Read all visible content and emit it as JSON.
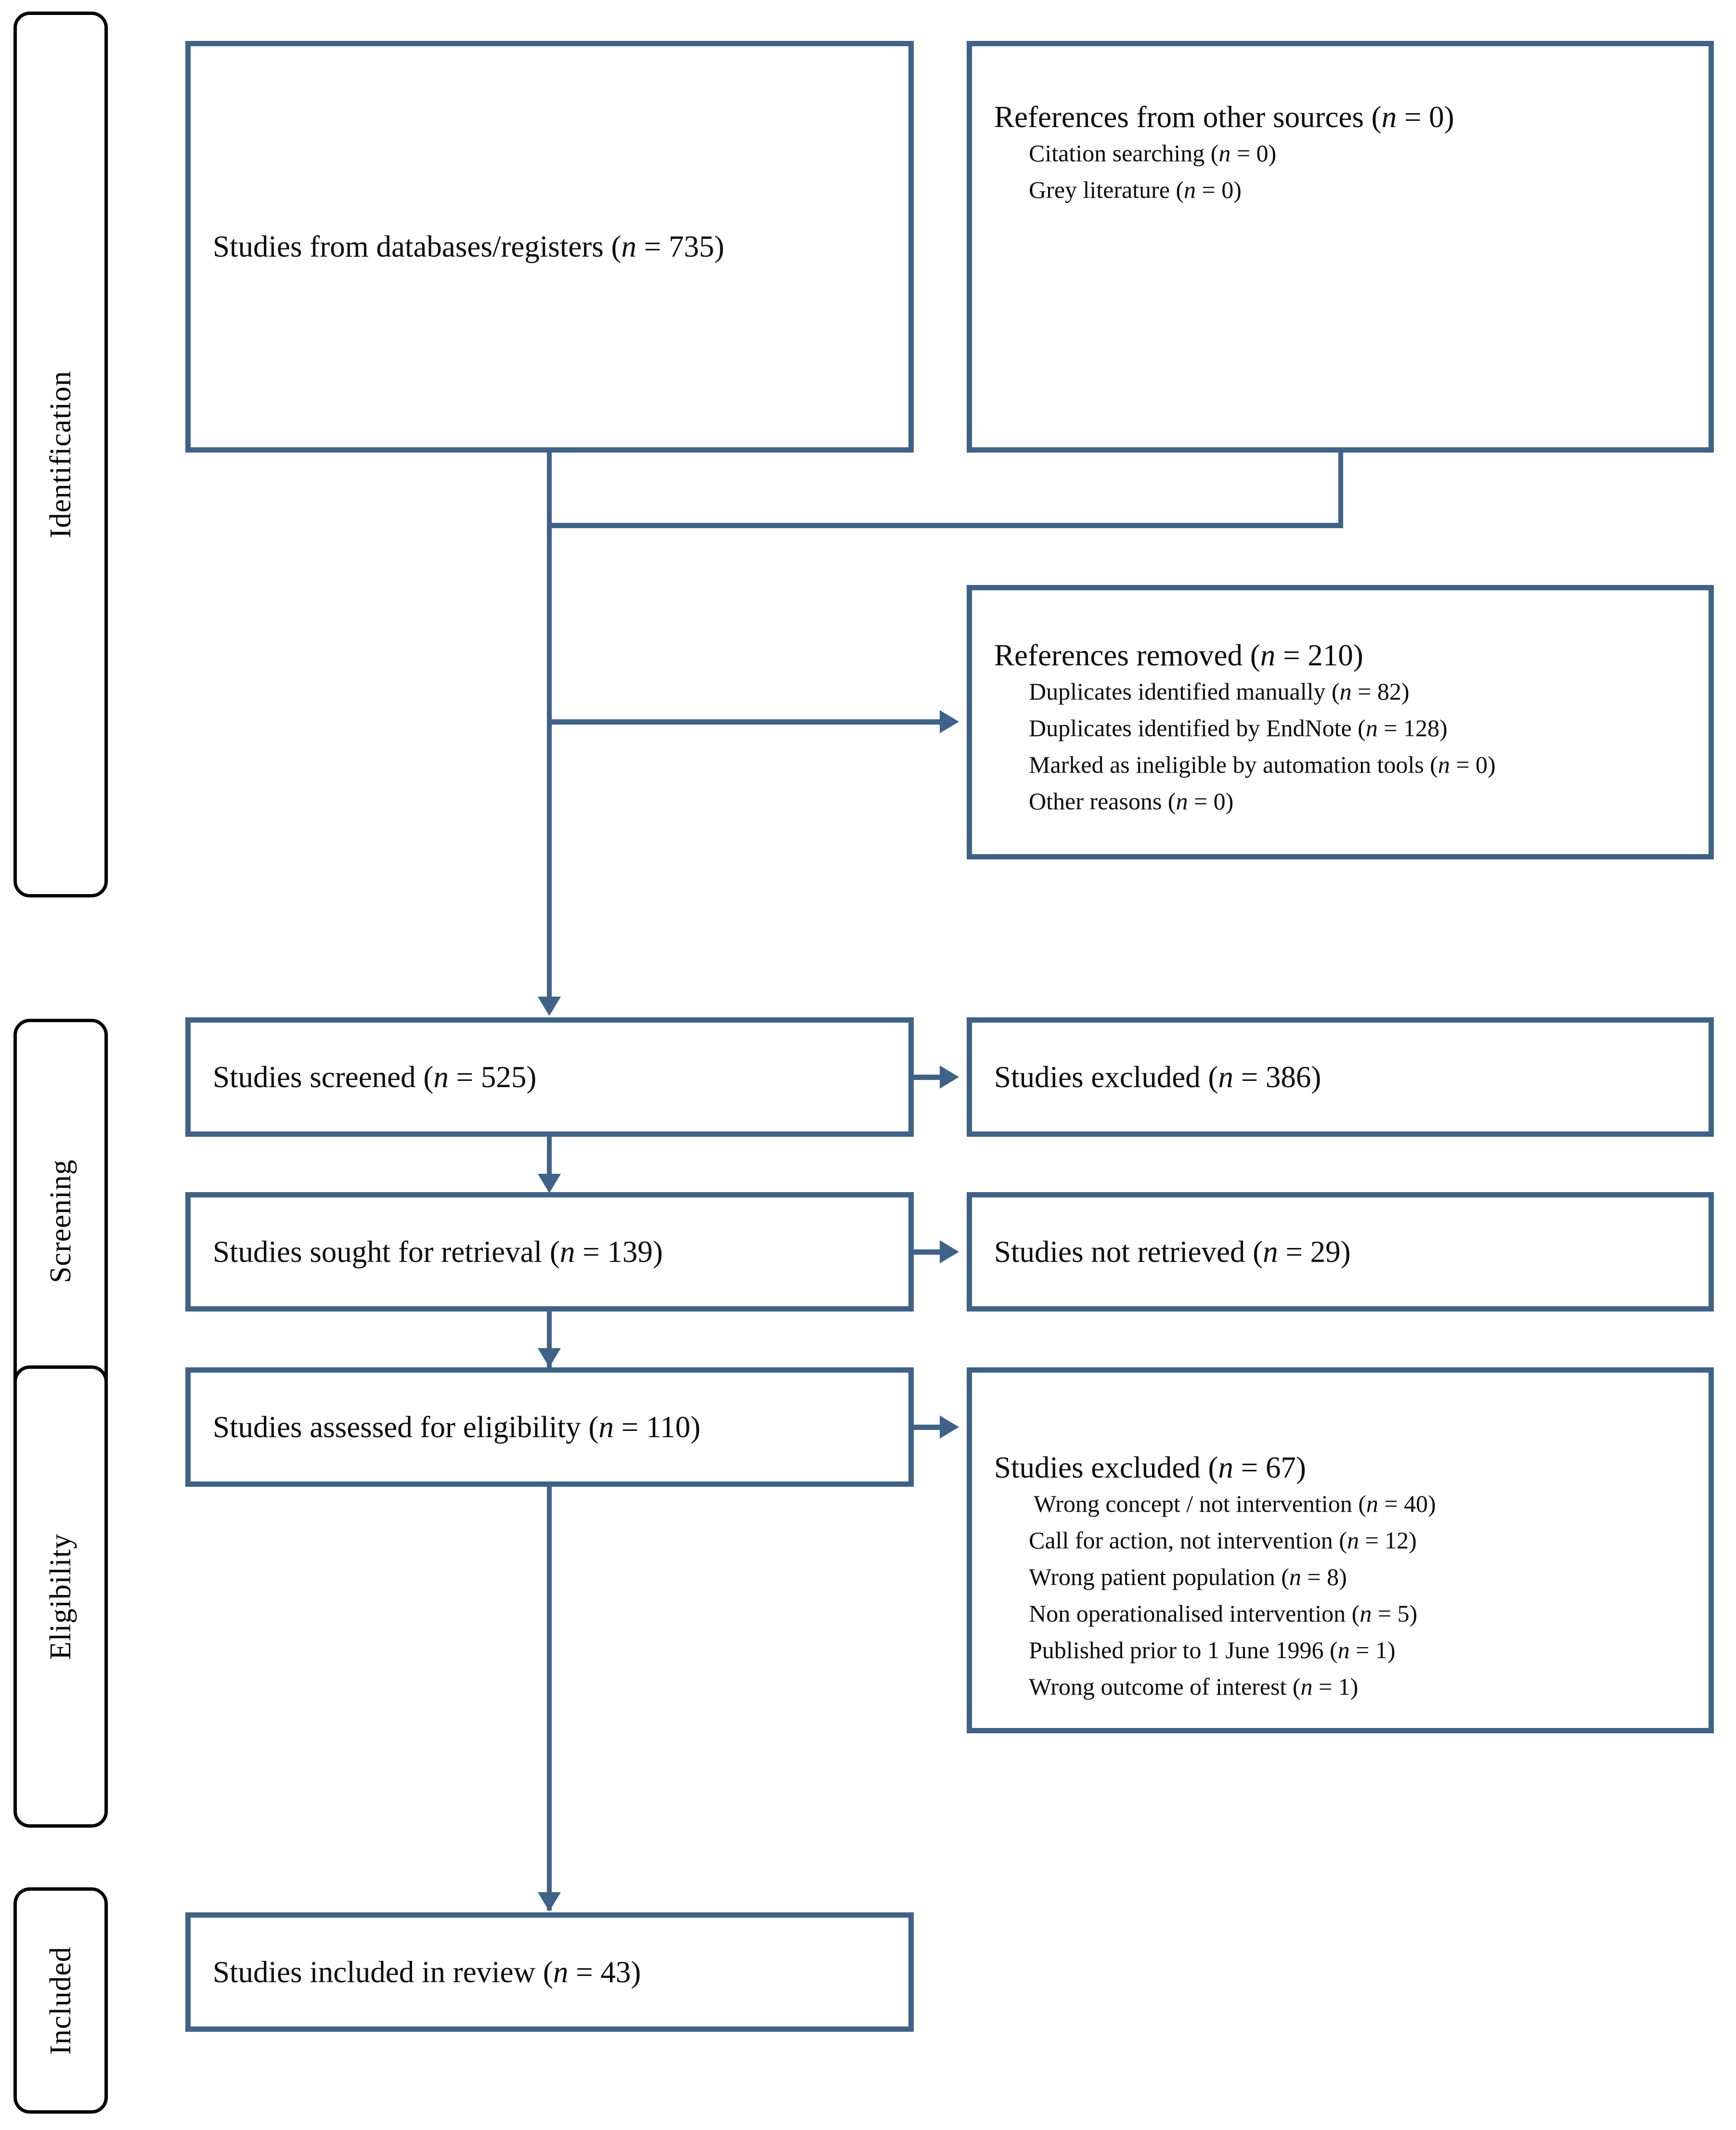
{
  "diagram": {
    "type": "prisma-flow-diagram",
    "accent_color": "#3F6288",
    "rail_color": "#000000",
    "text_color": "#0D0D0D"
  },
  "stages": [
    {
      "id": "identification",
      "label": "Identification"
    },
    {
      "id": "screening",
      "label": "Screening"
    },
    {
      "id": "eligibility",
      "label": "Eligibility"
    },
    {
      "id": "included",
      "label": "Included"
    }
  ],
  "boxes": {
    "databases": {
      "title": "Studies from databases/registers (n = 735)",
      "count": 735
    },
    "other_sources": {
      "title": "References from other sources (n = 0)",
      "count": 0,
      "items": [
        {
          "label": "Citation searching (n = 0)",
          "count": 0
        },
        {
          "label": "Grey literature (n = 0)",
          "count": 0
        }
      ]
    },
    "references_removed": {
      "title": "References removed (n = 210)",
      "count": 210,
      "items": [
        {
          "label": "Duplicates identified manually (n = 82)",
          "count": 82
        },
        {
          "label": "Duplicates identified by EndNote (n = 128)",
          "count": 128
        },
        {
          "label": "Marked as ineligible by automation tools (n = 0)",
          "count": 0
        },
        {
          "label": "Other reasons (n = 0)",
          "count": 0
        }
      ]
    },
    "screened": {
      "title": "Studies screened (n = 525)",
      "count": 525
    },
    "screened_excluded": {
      "title": "Studies excluded (n = 386)",
      "count": 386
    },
    "sought": {
      "title": "Studies sought for retrieval (n = 139)",
      "count": 139
    },
    "not_retrieved": {
      "title": "Studies not retrieved (n = 29)",
      "count": 29
    },
    "assessed": {
      "title": "Studies assessed for eligibility (n = 110)",
      "count": 110
    },
    "eligibility_excluded": {
      "title": "Studies excluded (n = 67)",
      "count": 67,
      "items": [
        {
          "label": "Wrong concept / not intervention (n = 40)",
          "count": 40
        },
        {
          "label": "Call for action, not intervention (n = 12)",
          "count": 12
        },
        {
          "label": "Wrong patient population (n = 8)",
          "count": 8
        },
        {
          "label": "Non operationalised intervention (n = 5)",
          "count": 5
        },
        {
          "label": "Published prior to 1 June 1996 (n = 1)",
          "count": 1
        },
        {
          "label": "Wrong outcome of interest (n = 1)",
          "count": 1
        }
      ]
    },
    "included": {
      "title": "Studies included in review (n = 43)",
      "count": 43
    }
  }
}
